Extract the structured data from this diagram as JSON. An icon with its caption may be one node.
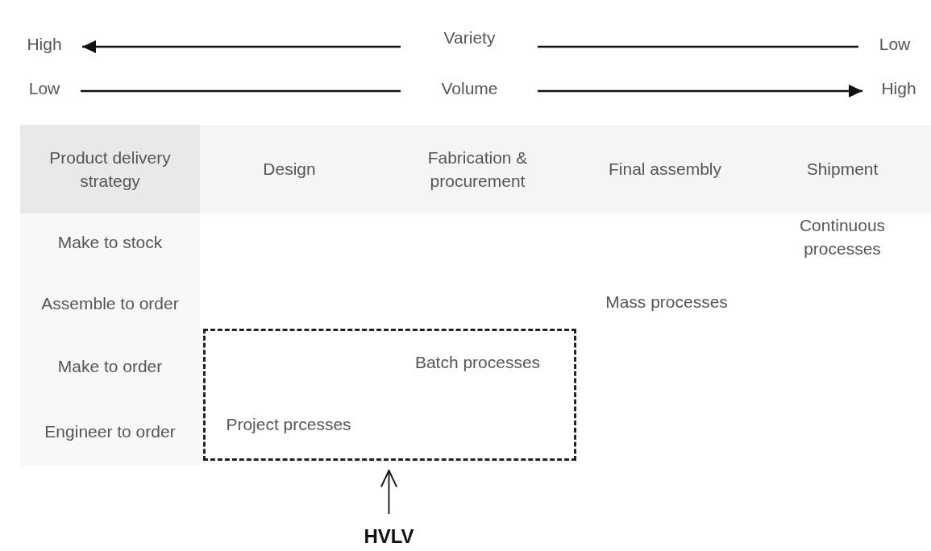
{
  "diagram": {
    "nodes": [
      {
        "text": [],
        "shape": "box"
      },
      {
        "text": [
          "HVLV"
        ]
      }
    ],
    "edges": [
      {
        "from": 1,
        "to": 0,
        "arrow": "to"
      }
    ],
    "labels": [
      "High",
      "Variety",
      "Low",
      "Low",
      "Volume",
      "High",
      "Product delivery strategy",
      "Design",
      "Fabrication & procurement",
      "Final assembly",
      "Shipment",
      "Make to stock",
      "Continuous processes",
      "Assemble to order",
      "Mass processes",
      "Make to order",
      "Batch processes",
      "Engineer to order",
      "Project prcesses"
    ]
  }
}
